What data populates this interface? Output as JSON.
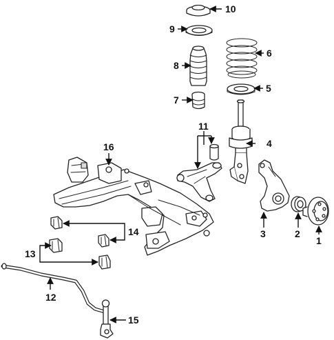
{
  "callouts": [
    {
      "id": "10",
      "label": "10"
    },
    {
      "id": "9",
      "label": "9"
    },
    {
      "id": "8",
      "label": "8"
    },
    {
      "id": "6",
      "label": "6"
    },
    {
      "id": "7",
      "label": "7"
    },
    {
      "id": "5",
      "label": "5"
    },
    {
      "id": "11",
      "label": "11"
    },
    {
      "id": "4",
      "label": "4"
    },
    {
      "id": "16",
      "label": "16"
    },
    {
      "id": "3",
      "label": "3"
    },
    {
      "id": "2",
      "label": "2"
    },
    {
      "id": "1",
      "label": "1"
    },
    {
      "id": "14",
      "label": "14"
    },
    {
      "id": "13",
      "label": "13"
    },
    {
      "id": "12",
      "label": "12"
    },
    {
      "id": "15",
      "label": "15"
    }
  ],
  "colors": {
    "line": "#222222",
    "background": "#ffffff"
  }
}
